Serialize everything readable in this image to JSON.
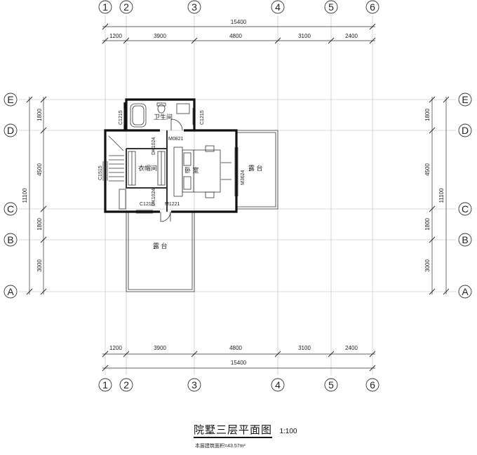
{
  "title": {
    "main": "院墅三层平面图",
    "scale": "1:100",
    "area_note": "本层建筑面积=43.57m²"
  },
  "axes": {
    "columns": [
      "1",
      "2",
      "3",
      "4",
      "5",
      "6"
    ],
    "rows": [
      "E",
      "D",
      "C",
      "B",
      "A"
    ]
  },
  "dimensions": {
    "horizontal_segments": [
      "1200",
      "3900",
      "4800",
      "3100",
      "2400"
    ],
    "horizontal_total": "15400",
    "vertical_segments": [
      "1800",
      "4500",
      "1800",
      "3000"
    ],
    "vertical_total": "11100"
  },
  "rooms": {
    "bathroom": "卫生间",
    "closet": "衣帽间",
    "bedroom": "卧 室",
    "terrace_east": "露 台",
    "terrace_south": "露 台"
  },
  "openings": {
    "c1215_left": "C1215",
    "c1215_right": "C1215",
    "m0821": "M0821",
    "dk1024_top": "DK1024",
    "dk1024_bottom": "DK1024",
    "c1515": "C1515",
    "m3624": "M3624",
    "c1215_bottom": "C1215",
    "m1221": "M1221"
  }
}
